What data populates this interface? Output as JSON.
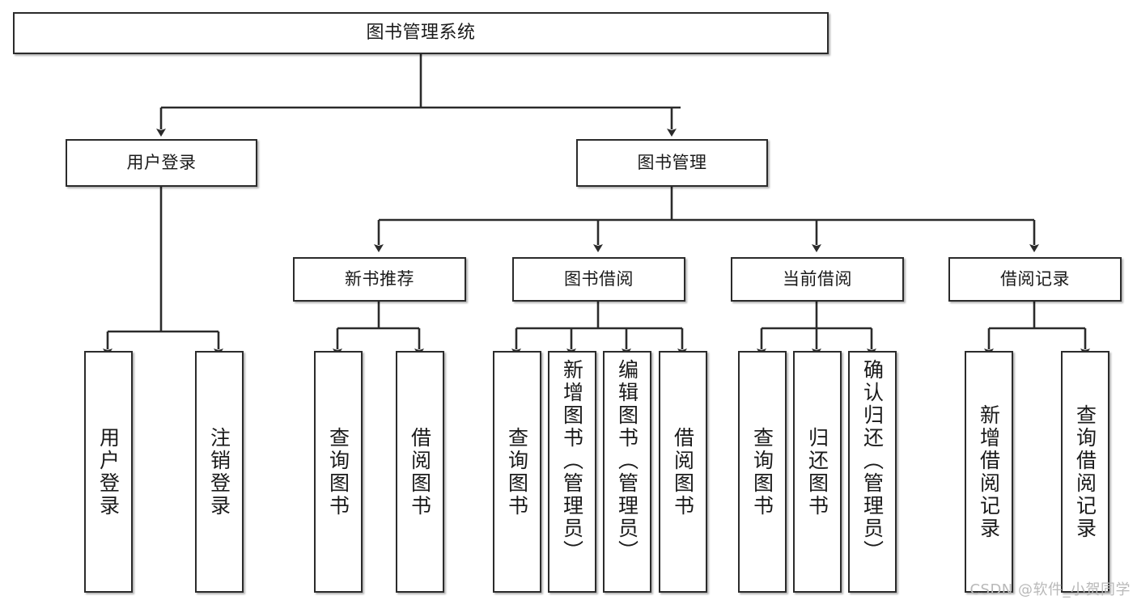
{
  "diagram": {
    "title": "图书管理系统",
    "type": "tree",
    "background_color": "#ffffff",
    "line_color": "#2b2b2b",
    "text_color": "#1a1a1a"
  },
  "root": {
    "label": "图书管理系统"
  },
  "level2": [
    {
      "label": "用户登录"
    },
    {
      "label": "图书管理"
    }
  ],
  "level3": [
    {
      "label": "新书推荐"
    },
    {
      "label": "图书借阅"
    },
    {
      "label": "当前借阅"
    },
    {
      "label": "借阅记录"
    }
  ],
  "leaves": {
    "user_login": [
      {
        "label": "用户登录"
      },
      {
        "label": "注销登录"
      }
    ],
    "new_book": [
      {
        "label": "查询图书"
      },
      {
        "label": "借阅图书"
      }
    ],
    "book_borrow": [
      {
        "label": "查询图书"
      },
      {
        "label": "新增图书（管理员）"
      },
      {
        "label": "编辑图书（管理员）"
      },
      {
        "label": "借阅图书"
      }
    ],
    "current_borrow": [
      {
        "label": "查询图书"
      },
      {
        "label": "归还图书"
      },
      {
        "label": "确认归还（管理员）"
      }
    ],
    "borrow_record": [
      {
        "label": "新增借阅记录"
      },
      {
        "label": "查询借阅记录"
      }
    ]
  },
  "watermark": {
    "text": "CSDN @软件_小贺同学"
  }
}
